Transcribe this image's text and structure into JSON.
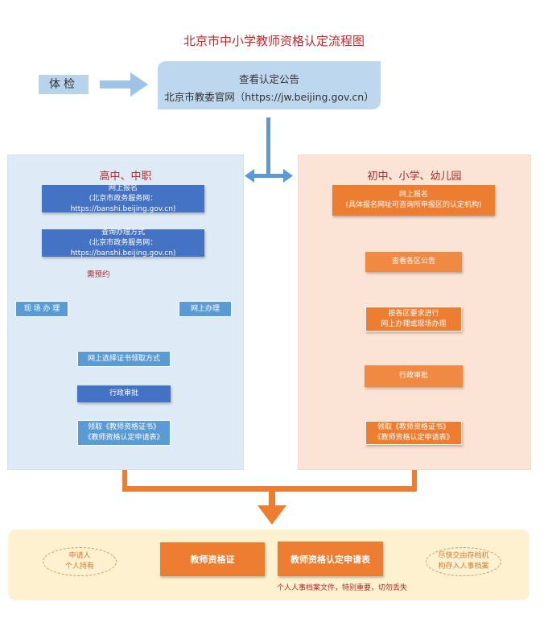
{
  "title": "北京市中小学教师资格认定流程图",
  "start": {
    "label": "体检"
  },
  "notice": {
    "line1": "查看认定公告",
    "line2": "北京市教委官网（https://jw.beijing.gov.cn）"
  },
  "left": {
    "heading": "高中、中职",
    "step1": {
      "line1": "网上报名",
      "line2": "(北京市政务服务网：https://banshi.beijing.gov.cn)"
    },
    "step2": {
      "line1": "查询办理方式",
      "line2": "(北京市政务服务网：https://banshi.beijing.gov.cn)"
    },
    "note": "需预约",
    "branch_onsite": "现 场 办 理",
    "branch_online": "网上办理",
    "step3": "网上选择证书领取方式",
    "step4": "行政审批",
    "step5": {
      "line1": "领取《教师资格证书》",
      "line2": "《教师资格认定申请表》"
    }
  },
  "right": {
    "heading": "初中、小学、幼儿园",
    "step1": {
      "line1": "网上报名",
      "line2": "(具体报名网址可咨询所申报区的认定机构)"
    },
    "step2": "查看各区公告",
    "step3": {
      "line1": "按各区要求进行",
      "line2": "网上办理或现场办理"
    },
    "step4": "行政审批",
    "step5": {
      "line1": "领取《教师资格证书》",
      "line2": "《教师资格认定申请表》"
    }
  },
  "bottom": {
    "certificate": "教师资格证",
    "application_form": "教师资格认定申请表",
    "holder": {
      "line1": "申请人",
      "line2": "个人持有"
    },
    "archive": {
      "line1": "尽快交由存档机",
      "line2": "构存入人事档案"
    },
    "warning": "个人人事档案文件，特别重要，切勿丢失"
  },
  "colors": {
    "title_red": "#c0282a",
    "dark_blue": "#4472c4",
    "light_blue": "#5b9bd5",
    "orange": "#ed7d31",
    "arrow_blue": "#5b9bd5"
  }
}
